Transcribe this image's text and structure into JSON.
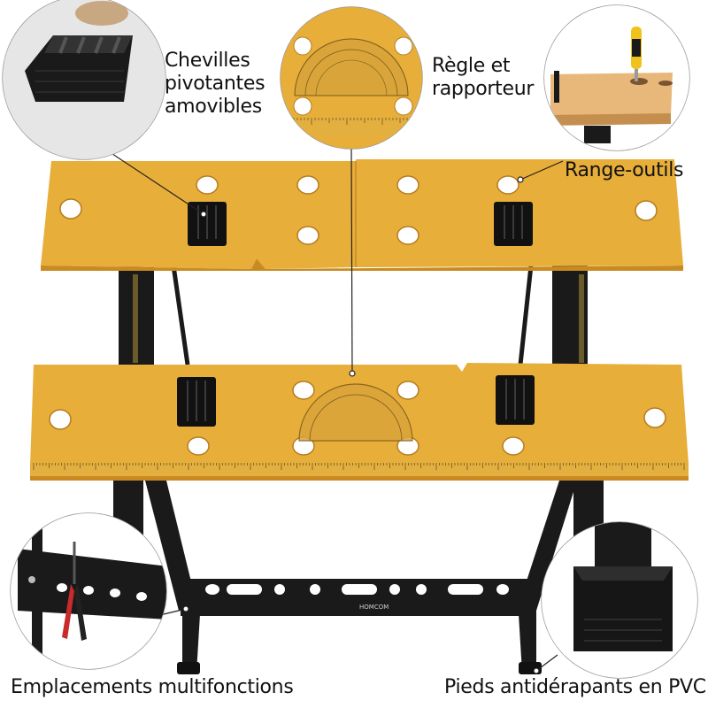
{
  "callouts": {
    "pegs": {
      "lines": [
        "Chevilles",
        "pivotantes",
        "amovibles"
      ]
    },
    "ruler": {
      "lines": [
        "Règle et",
        "rapporteur"
      ]
    },
    "tool_holder": {
      "label": "Range-outils"
    },
    "multi_slots": {
      "label": "Emplacements multifonctions"
    },
    "feet": {
      "label": "Pieds antidérapants en PVC"
    }
  },
  "brand_text": "HOMCOM",
  "colors": {
    "wood": "#e8ae3a",
    "wood_edge": "#c98a22",
    "steel": "#1a1a1a",
    "ruler": "#e3b040",
    "background": "#ffffff",
    "circle_border": "#9a9a9a"
  }
}
